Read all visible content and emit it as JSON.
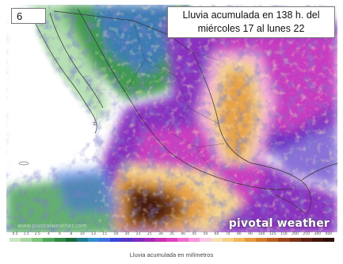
{
  "slide_number": "6",
  "title": {
    "line1": "Lluvia acumulada en 138 h. del",
    "line2": "miércoles 17 al lunes 22"
  },
  "brand": "pivotal weather",
  "watermark": "www.pivotalweather.com",
  "caption": "Lluvia acumulada en milímetros",
  "colorbar": {
    "ticks": [
      "0.5",
      "1.5",
      "2.5",
      "4",
      "6",
      "8",
      "10",
      "13",
      "15",
      "18",
      "20",
      "23",
      "25",
      "30",
      "35",
      "40",
      "45",
      "50",
      "60",
      "70",
      "80",
      "90",
      "100",
      "125",
      "150",
      "200",
      "250",
      "300",
      "400"
    ],
    "colors": [
      "#c9e6c1",
      "#a7d6a0",
      "#7fc47b",
      "#4fa65a",
      "#2e8a47",
      "#1a6b3a",
      "#1e7a8f",
      "#2f8fc9",
      "#3f6fe0",
      "#3a45d8",
      "#5a32c8",
      "#7e2bbd",
      "#a328b8",
      "#c830b5",
      "#e040c0",
      "#f06ad0",
      "#f896dc",
      "#fbc6e6",
      "#f7e0b5",
      "#f5cf84",
      "#efb75c",
      "#e39a3e",
      "#d27b2b",
      "#b95e20",
      "#9b461a",
      "#7c3114",
      "#5e2210",
      "#45170b",
      "#2f0f07"
    ]
  },
  "map_colors": {
    "ocean": "#ffffff",
    "land": "#ffffff",
    "light_green": "#a9d9a6",
    "green": "#3f9a4f",
    "dark_green": "#1a6b3a",
    "blue": "#3f6fe0",
    "purple": "#8a30c0",
    "magenta": "#d640c0",
    "pink": "#f3a9dc",
    "tan": "#f3d28f",
    "orange": "#e6a34a",
    "brown": "#8a4a1c",
    "dark_brown": "#4a1f0c",
    "border": "#333333"
  }
}
